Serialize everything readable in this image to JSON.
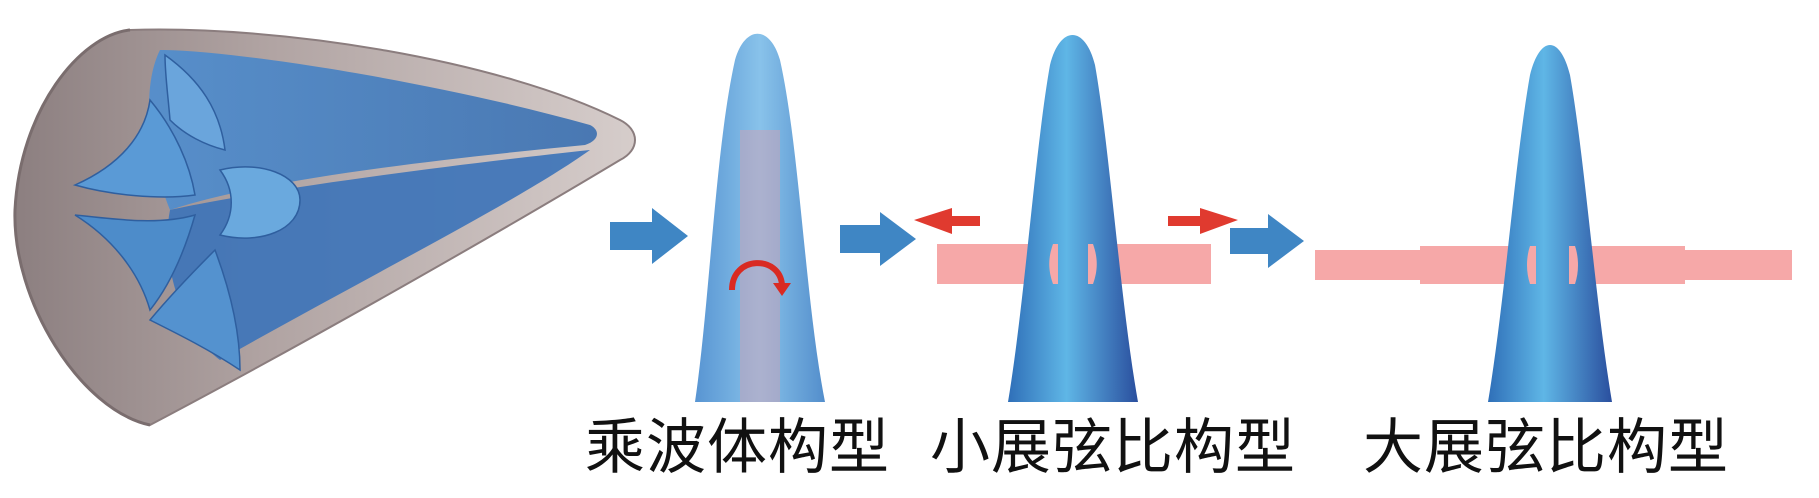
{
  "labels": {
    "waverider": "乘波体构型",
    "small_span": "小展弦比构型",
    "large_span": "大展弦比构型"
  },
  "colors": {
    "shell": "#a89a98",
    "body_blue": "#3f86c7",
    "body_blue_light": "#6fb4e6",
    "body_blue_dark": "#2a5fa8",
    "flow_arrow": "#3f86c4",
    "wing_pink": "#f7a9a9",
    "red_arrow": "#e03a2f",
    "text": "#111111"
  },
  "icons": {
    "flow_arrow": "right-arrow-icon",
    "rotate_arrow": "curved-arrow-icon",
    "expand_left": "left-arrow-icon",
    "expand_right": "right-arrow-icon"
  }
}
